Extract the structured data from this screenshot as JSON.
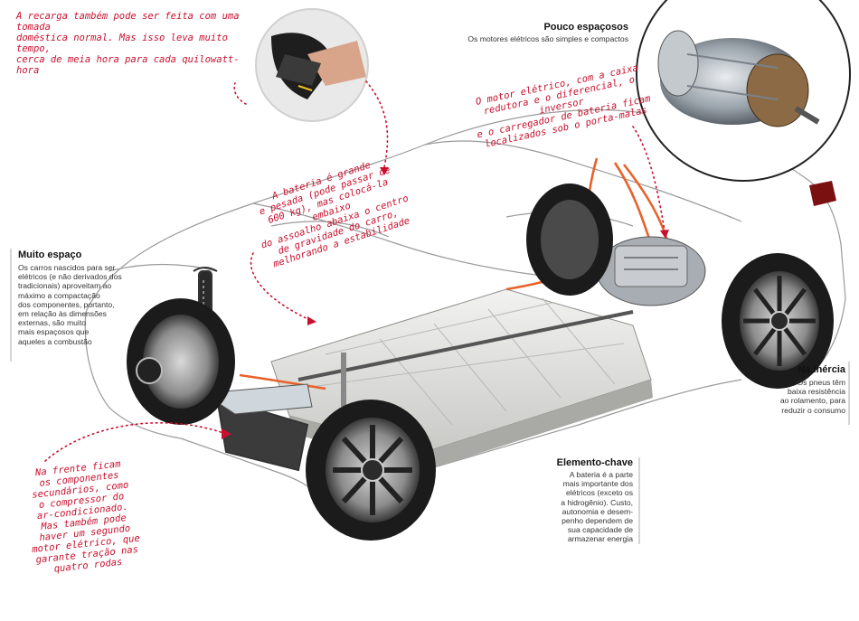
{
  "notes": {
    "charging": "A recarga também pode ser feita com uma tomada\ndoméstica normal. Mas isso leva muito tempo,\ncerca de meia hora para cada quilowatt-hora",
    "motor": "O motor elétrico, com a caixa\nredutora e o diferencial, o inversor\ne o carregador de bateria ficam\nlocalizados sob o porta-malas",
    "battery": "A bateria é grande\ne pesada (pode passar de\n600 kg), mas colocá-la embaixo\ndo assoalho abaixa o centro\nde gravidade do carro,\nmelhorando a estabilidade",
    "front": "Na frente ficam\nos componentes\nsecundários, como\no compressor do\nar-condicionado.\nMas também pode\nhaver um segundo\nmotor elétrico, que\ngarante tração nas\nquatro rodas"
  },
  "sidebars": {
    "pouco": {
      "title": "Pouco espaçosos",
      "text": "Os motores elétricos são simples e compactos"
    },
    "muito": {
      "title": "Muito espaço",
      "text": "Os carros nascidos para ser\nelétricos (e não derivados dos\ntradicionais) aproveitam ao\nmáximo a compactação\ndos componentes, portanto,\nem relação às dimensões\nexternas, são muito\nmais espaçosos que\naqueles a combustão"
    },
    "inercia": {
      "title": "Na inércia",
      "text": "Os pneus têm\nbaixa resistência\nao rolamento, para\nreduzir o consumo"
    },
    "elemento": {
      "title": "Elemento-chave",
      "text": "A bateria é a parte\nmais importante dos\nelétricos (exceto os\na hidrogênio). Custo,\nautonomia e desem-\npenho dependem de\nsua capacidade de\narmazenar energia"
    }
  },
  "colors": {
    "annotation": "#c8102e",
    "cable": "#e8622a",
    "tyre": "#1b1b1b",
    "body_line": "#9a9a9a"
  }
}
